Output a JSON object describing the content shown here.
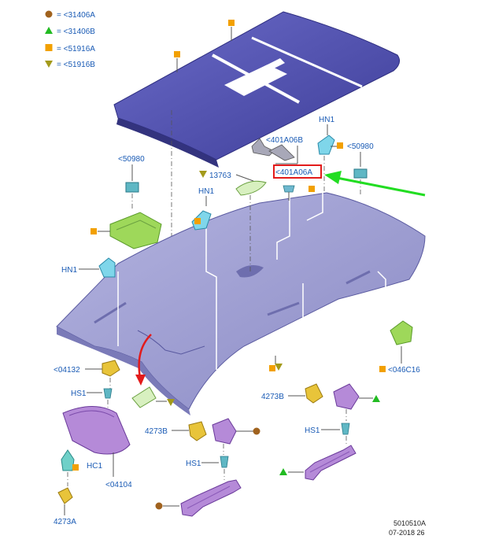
{
  "legend": [
    {
      "symbol": "circle-brown-icon",
      "color": "#a0621e",
      "text": "= <31406A"
    },
    {
      "symbol": "triangle-green-icon",
      "color": "#22bb22",
      "text": "= <31406B"
    },
    {
      "symbol": "square-orange-icon",
      "color": "#f2a000",
      "text": "= <51916A"
    },
    {
      "symbol": "triangle-olive-icon",
      "color": "#a39a1a",
      "text": "= <51916B"
    }
  ],
  "labels": {
    "hn1_top": "HN1",
    "c50980_right": "<50980",
    "c401a06b": "<401A06B",
    "c401a06a": "<401A06A",
    "n13763": "13763",
    "c50980_left": "<50980",
    "hn1_mid": "HN1",
    "hn1_left": "HN1",
    "c04132": "<04132",
    "hs1_left": "HS1",
    "c046c16": "<046C16",
    "n4273b_right": "4273B",
    "n4273b_mid": "4273B",
    "hs1_right": "HS1",
    "hs1_mid": "HS1",
    "hc1": "HC1",
    "c04104": "<04104",
    "n4273a": "4273A"
  },
  "footer": {
    "code": "5010510A",
    "date": "07-2018 26"
  },
  "colors": {
    "highlight_box": "#e31b1b",
    "arrow_green": "#22dd22",
    "arrow_red": "#e31b1b",
    "headliner": "#9f9fd4",
    "roof": "#4a4aa8",
    "part_green": "#9ed85a",
    "part_cyan": "#7fd6ea",
    "part_purple": "#b58ad8",
    "part_yellow": "#e8c43a"
  }
}
